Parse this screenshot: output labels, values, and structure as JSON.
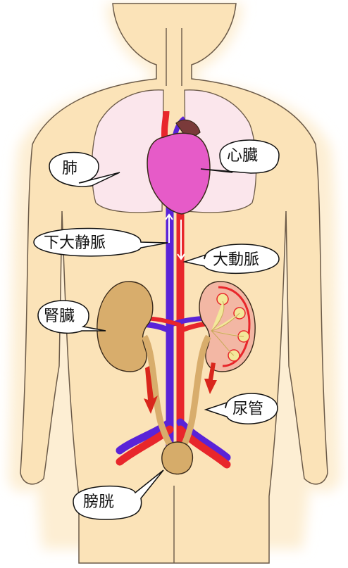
{
  "labels": {
    "lung": "肺",
    "heart": "心臓",
    "ivc": "下大静脈",
    "aorta": "大動脈",
    "kidney": "腎臓",
    "ureter": "尿管",
    "bladder": "膀胱"
  },
  "colors": {
    "skin": "#fbe3b8",
    "glow": "#fdf0d6",
    "lung": "#fbe6ec",
    "heart": "#e65bc8",
    "artery": "#e8262b",
    "vein": "#5a23d8",
    "kidney": "#d8ad6c",
    "kidney_inner": "#f6c9a8",
    "bladder": "#d6ac6a",
    "urine": "#f3e89a",
    "flow_arrow": "#d9261c",
    "outline": "#3a2a1a"
  },
  "icons": {
    "flow": "red-down-arrow",
    "direction": "white-arrow"
  }
}
